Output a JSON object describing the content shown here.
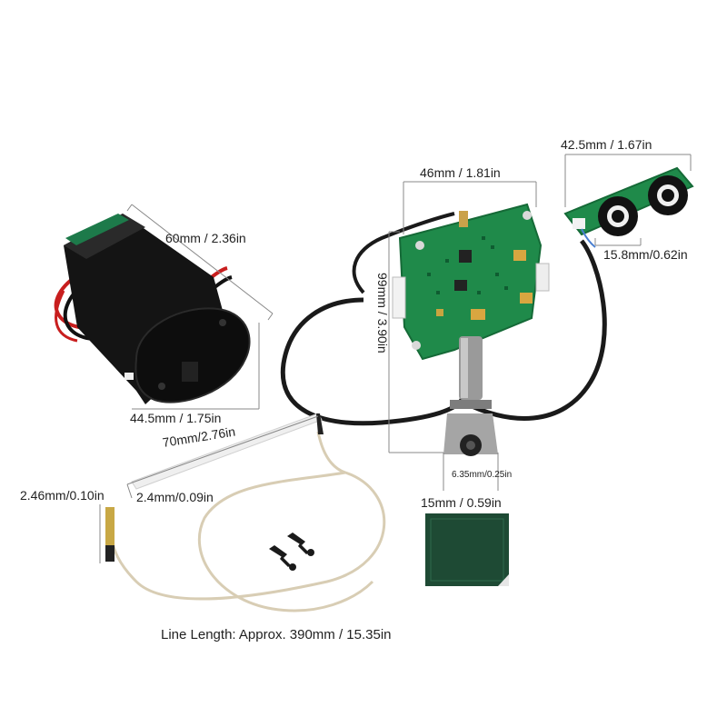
{
  "labels": {
    "battery_width": "60mm / 2.36in",
    "battery_height": "44.5mm / 1.75in",
    "board_width": "46mm / 1.81in",
    "board_height": "99mm / 3.90in",
    "jack_diameter": "6.35mm/0.25in",
    "jack_width": "15mm / 0.59in",
    "control_width": "42.5mm / 1.67in",
    "knob_width": "15.8mm/0.62in",
    "pickup_length": "70mm/2.76in",
    "pickup_width": "2.4mm/0.09in",
    "connector_diameter": "2.46mm/0.10in",
    "line_length": "Line Length: Approx. 390mm / 15.35in"
  },
  "colors": {
    "pcb_green": "#1f8a4a",
    "pcb_dark": "#156a37",
    "battery_black": "#141414",
    "wire_red": "#c81e1e",
    "cable_black": "#1a1a1a",
    "pad_green": "#1e4a34",
    "dimension_line": "#888888"
  }
}
